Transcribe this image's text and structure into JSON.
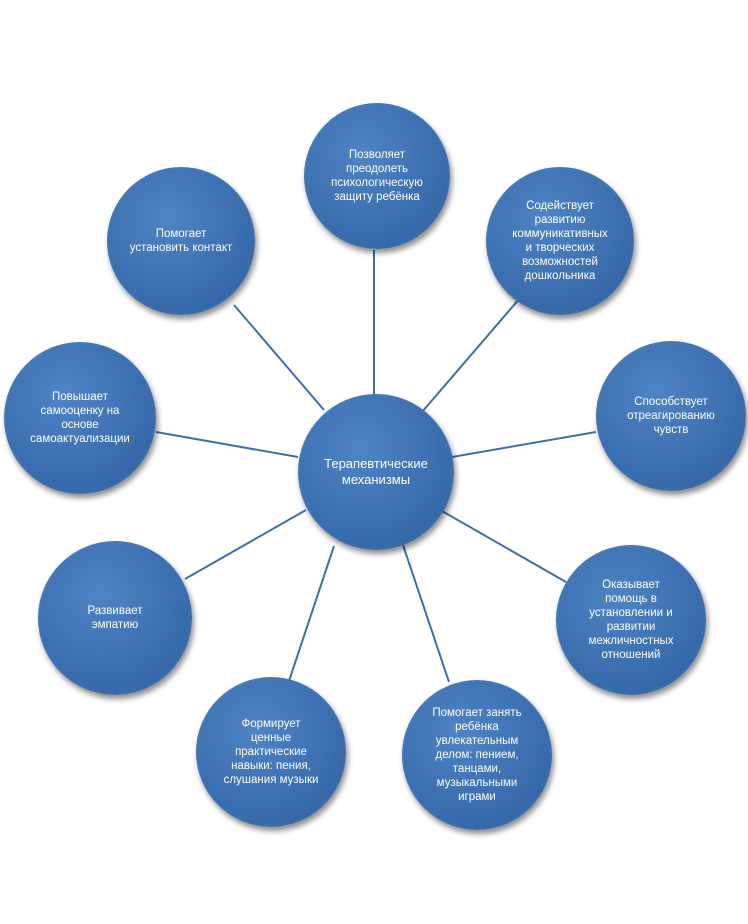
{
  "diagram": {
    "colors": {
      "node": "#3b6fb0",
      "connector": "#3e6fab",
      "text": "#ffffff"
    },
    "center": {
      "label": "Терапевтические\nмеханизмы"
    },
    "nodes": [
      {
        "label": "Позволяет\nпреодолеть\nпсихологическую\nзащиту ребёнка"
      },
      {
        "label": "Содействует\nразвитию\nкоммуникативных\nи творческих\nвозможностей\nдошкольника"
      },
      {
        "label": "Способствует\nотреагированию\nчувств"
      },
      {
        "label": "Оказывает\nпомощь в\nустановлении и\nразвитии\nмежличностных\nотношений"
      },
      {
        "label": "Помогает занять\nребёнка\nувлекательным\nделом: пением,\nтанцами,\nмузыкальными\nиграми"
      },
      {
        "label": "Формирует\nценные\nпрактические\nнавыки: пения,\nслушания музыки"
      },
      {
        "label": "Развивает\nэмпатию"
      },
      {
        "label": "Повышает\nсамооценку на\nоснове\nсамоактуализации"
      },
      {
        "label": "Помогает\nустановить контакт"
      }
    ]
  }
}
